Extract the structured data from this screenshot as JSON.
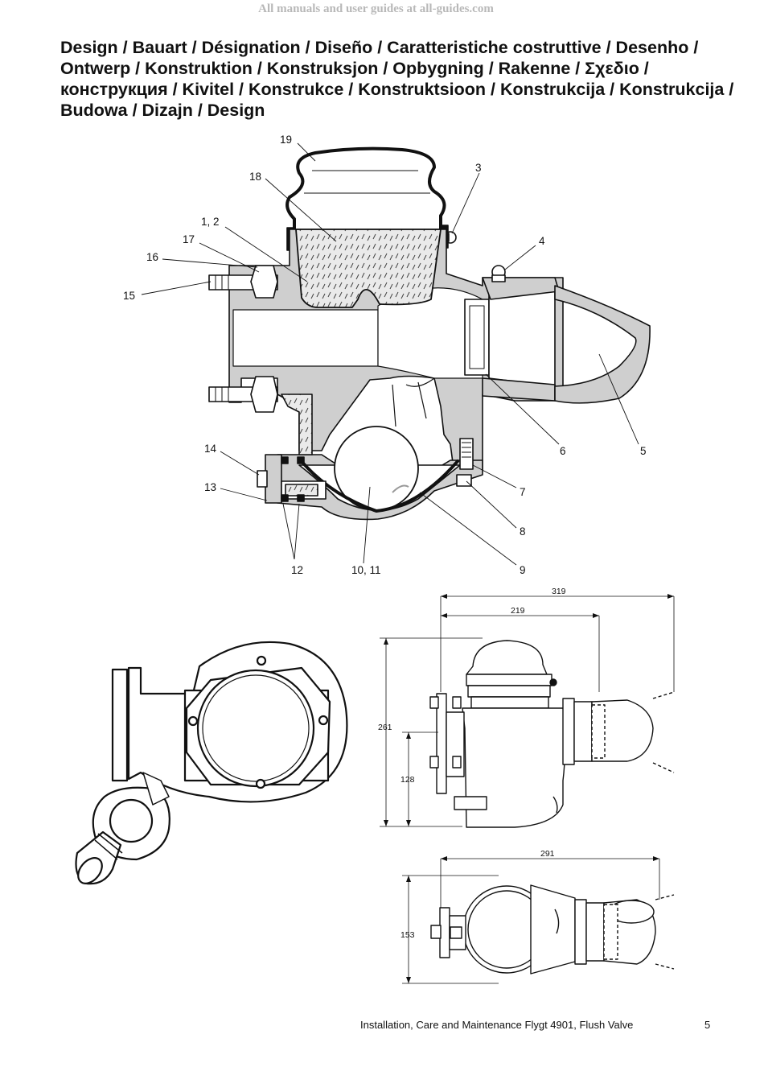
{
  "watermark": "All manuals and user guides at all-guides.com",
  "title": "Design / Bauart / Désignation / Diseño / Caratteristiche costruttive / Desenho / Ontwerp / Konstruktion / Konstruksjon / Opbygning / Rakenne / Σχεδιο / конструкция / Kivitel / Konstrukce / Konstruktsioon / Konstrukcija / Konstrukcija / Budowa / Dizajn / Design",
  "callouts": {
    "c19": "19",
    "c18": "18",
    "c3": "3",
    "c12a": "1, 2",
    "c4": "4",
    "c17": "17",
    "c16": "16",
    "c15": "15",
    "c14": "14",
    "c13": "13",
    "c6": "6",
    "c5": "5",
    "c7": "7",
    "c8": "8",
    "c9": "9",
    "c12": "12",
    "c1011": "10, 11"
  },
  "dimensions": {
    "d319": "319",
    "d219": "219",
    "d261": "261",
    "d128": "128",
    "d291": "291",
    "d153": "153"
  },
  "footer": {
    "text": "Installation, Care and Maintenance Flygt 4901, Flush Valve",
    "page": "5"
  }
}
